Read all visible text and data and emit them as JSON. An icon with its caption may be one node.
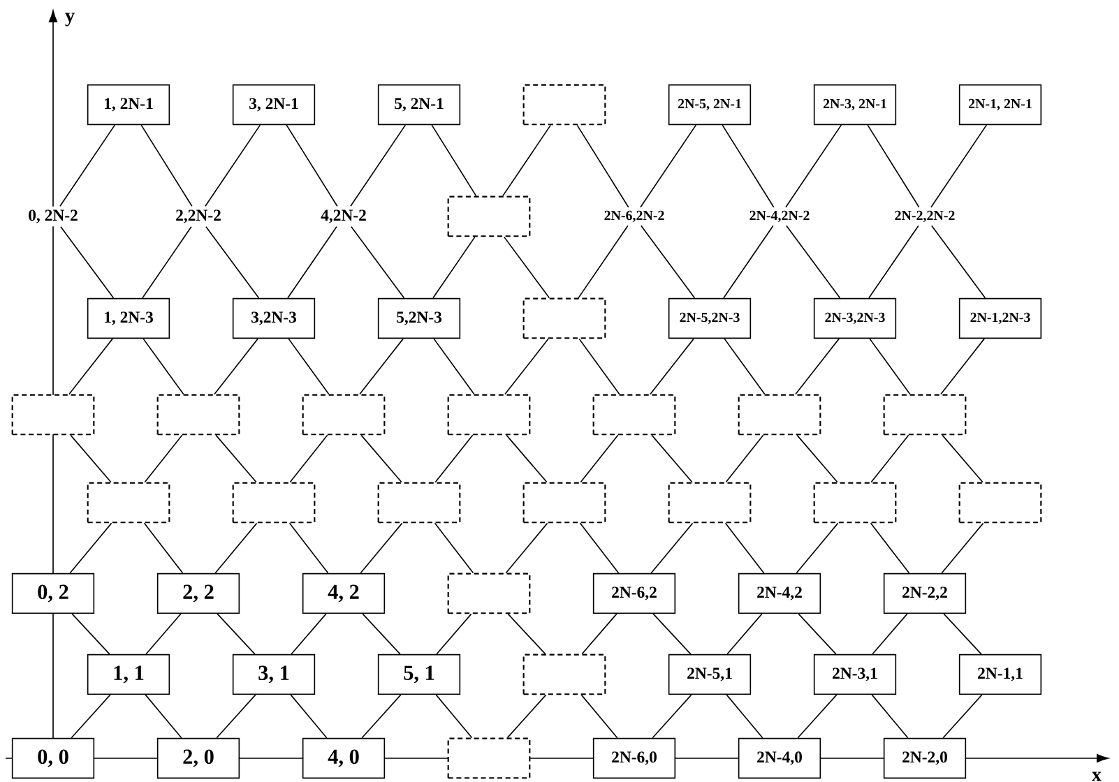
{
  "diagram": {
    "nodes": [
      {
        "text": [
          "1, 2N-1"
        ]
      },
      {
        "text": [
          "3, 2N-1"
        ]
      },
      {
        "text": [
          "5, 2N-1"
        ]
      },
      {
        "text": [],
        "shape": "box"
      },
      {
        "text": [
          "2N-5, 2N-1"
        ]
      },
      {
        "text": [
          "2N-3, 2N-1"
        ]
      },
      {
        "text": [
          "2N-1, 2N-1"
        ]
      },
      {
        "text": [
          "0, 2N-2"
        ]
      },
      {
        "text": [
          "2,2N-2"
        ]
      },
      {
        "text": [
          "4,2N-2"
        ]
      },
      {
        "text": [],
        "shape": "box"
      },
      {
        "text": [
          "2N-6,2N-2"
        ]
      },
      {
        "text": [
          "2N-4,2N-2"
        ]
      },
      {
        "text": [
          "2N-2,2N-2"
        ]
      },
      {
        "text": [
          "1, 2N-3"
        ]
      },
      {
        "text": [
          "3,2N-3"
        ]
      },
      {
        "text": [
          "5,2N-3"
        ]
      },
      {
        "text": [],
        "shape": "box"
      },
      {
        "text": [
          "2N-5,2N-3"
        ]
      },
      {
        "text": [
          "2N-3,2N-3"
        ]
      },
      {
        "text": [
          "2N-1,2N-3"
        ]
      },
      {
        "text": [],
        "shape": "box"
      },
      {
        "text": [],
        "shape": "box"
      },
      {
        "text": [],
        "shape": "box"
      },
      {
        "text": [],
        "shape": "box"
      },
      {
        "text": [],
        "shape": "box"
      },
      {
        "text": [],
        "shape": "box"
      },
      {
        "text": [],
        "shape": "box"
      },
      {
        "text": [],
        "shape": "box"
      },
      {
        "text": [],
        "shape": "box"
      },
      {
        "text": [],
        "shape": "box"
      },
      {
        "text": [],
        "shape": "box"
      },
      {
        "text": [],
        "shape": "box"
      },
      {
        "text": [],
        "shape": "box"
      },
      {
        "text": [],
        "shape": "box"
      },
      {
        "text": [
          "0, 2"
        ]
      },
      {
        "text": [
          "2, 2"
        ]
      },
      {
        "text": [
          "4, 2"
        ]
      },
      {
        "text": [],
        "shape": "box"
      },
      {
        "text": [
          "2N-6,2"
        ]
      },
      {
        "text": [
          "2N-4,2"
        ]
      },
      {
        "text": [
          "2N-2,2"
        ]
      },
      {
        "text": [
          "1, 1"
        ]
      },
      {
        "text": [
          "3, 1"
        ]
      },
      {
        "text": [
          "5, 1"
        ]
      },
      {
        "text": [],
        "shape": "box"
      },
      {
        "text": [
          "2N-5,1"
        ]
      },
      {
        "text": [
          "2N-3,1"
        ]
      },
      {
        "text": [
          "2N-1,1"
        ]
      },
      {
        "text": [
          "0, 0"
        ]
      },
      {
        "text": [
          "2, 0"
        ]
      },
      {
        "text": [
          "4, 0"
        ]
      },
      {
        "text": [],
        "shape": "box"
      },
      {
        "text": [
          "2N-6,0"
        ]
      },
      {
        "text": [
          "2N-4,0"
        ]
      },
      {
        "text": [
          "2N-2,0"
        ]
      }
    ],
    "edges": [
      {
        "from": 0,
        "to": 7,
        "arrow": "none"
      },
      {
        "from": 0,
        "to": 8,
        "arrow": "none"
      },
      {
        "from": 1,
        "to": 8,
        "arrow": "none"
      },
      {
        "from": 1,
        "to": 9,
        "arrow": "none"
      },
      {
        "from": 2,
        "to": 9,
        "arrow": "none"
      },
      {
        "from": 2,
        "to": 10,
        "arrow": "none"
      },
      {
        "from": 3,
        "to": 10,
        "arrow": "none"
      },
      {
        "from": 3,
        "to": 11,
        "arrow": "none"
      },
      {
        "from": 4,
        "to": 11,
        "arrow": "none"
      },
      {
        "from": 4,
        "to": 12,
        "arrow": "none"
      },
      {
        "from": 5,
        "to": 12,
        "arrow": "none"
      },
      {
        "from": 5,
        "to": 13,
        "arrow": "none"
      },
      {
        "from": 6,
        "to": 13,
        "arrow": "none"
      },
      {
        "from": 7,
        "to": 14,
        "arrow": "none"
      },
      {
        "from": 8,
        "to": 14,
        "arrow": "none"
      },
      {
        "from": 8,
        "to": 15,
        "arrow": "none"
      },
      {
        "from": 9,
        "to": 15,
        "arrow": "none"
      },
      {
        "from": 9,
        "to": 16,
        "arrow": "none"
      },
      {
        "from": 10,
        "to": 16,
        "arrow": "none"
      },
      {
        "from": 10,
        "to": 17,
        "arrow": "none"
      },
      {
        "from": 11,
        "to": 17,
        "arrow": "none"
      },
      {
        "from": 11,
        "to": 18,
        "arrow": "none"
      },
      {
        "from": 12,
        "to": 18,
        "arrow": "none"
      },
      {
        "from": 12,
        "to": 19,
        "arrow": "none"
      },
      {
        "from": 13,
        "to": 19,
        "arrow": "none"
      },
      {
        "from": 13,
        "to": 20,
        "arrow": "none"
      },
      {
        "from": 14,
        "to": 21,
        "arrow": "none"
      },
      {
        "from": 14,
        "to": 22,
        "arrow": "none"
      },
      {
        "from": 15,
        "to": 22,
        "arrow": "none"
      },
      {
        "from": 15,
        "to": 23,
        "arrow": "none"
      },
      {
        "from": 16,
        "to": 23,
        "arrow": "none"
      },
      {
        "from": 16,
        "to": 24,
        "arrow": "none"
      },
      {
        "from": 17,
        "to": 24,
        "arrow": "none"
      },
      {
        "from": 17,
        "to": 25,
        "arrow": "none"
      },
      {
        "from": 18,
        "to": 25,
        "arrow": "none"
      },
      {
        "from": 18,
        "to": 26,
        "arrow": "none"
      },
      {
        "from": 19,
        "to": 26,
        "arrow": "none"
      },
      {
        "from": 19,
        "to": 27,
        "arrow": "none"
      },
      {
        "from": 20,
        "to": 27,
        "arrow": "none"
      },
      {
        "from": 21,
        "to": 28,
        "arrow": "none"
      },
      {
        "from": 22,
        "to": 28,
        "arrow": "none"
      },
      {
        "from": 22,
        "to": 29,
        "arrow": "none"
      },
      {
        "from": 23,
        "to": 29,
        "arrow": "none"
      },
      {
        "from": 23,
        "to": 30,
        "arrow": "none"
      },
      {
        "from": 24,
        "to": 30,
        "arrow": "none"
      },
      {
        "from": 24,
        "to": 31,
        "arrow": "none"
      },
      {
        "from": 25,
        "to": 31,
        "arrow": "none"
      },
      {
        "from": 25,
        "to": 32,
        "arrow": "none"
      },
      {
        "from": 26,
        "to": 32,
        "arrow": "none"
      },
      {
        "from": 26,
        "to": 33,
        "arrow": "none"
      },
      {
        "from": 27,
        "to": 33,
        "arrow": "none"
      },
      {
        "from": 27,
        "to": 34,
        "arrow": "none"
      },
      {
        "from": 28,
        "to": 35,
        "arrow": "none"
      },
      {
        "from": 28,
        "to": 36,
        "arrow": "none"
      },
      {
        "from": 29,
        "to": 36,
        "arrow": "none"
      },
      {
        "from": 29,
        "to": 37,
        "arrow": "none"
      },
      {
        "from": 30,
        "to": 37,
        "arrow": "none"
      },
      {
        "from": 30,
        "to": 38,
        "arrow": "none"
      },
      {
        "from": 31,
        "to": 38,
        "arrow": "none"
      },
      {
        "from": 31,
        "to": 39,
        "arrow": "none"
      },
      {
        "from": 32,
        "to": 39,
        "arrow": "none"
      },
      {
        "from": 32,
        "to": 40,
        "arrow": "none"
      },
      {
        "from": 33,
        "to": 40,
        "arrow": "none"
      },
      {
        "from": 33,
        "to": 41,
        "arrow": "none"
      },
      {
        "from": 34,
        "to": 41,
        "arrow": "none"
      },
      {
        "from": 35,
        "to": 42,
        "arrow": "none"
      },
      {
        "from": 36,
        "to": 42,
        "arrow": "none"
      },
      {
        "from": 36,
        "to": 43,
        "arrow": "none"
      },
      {
        "from": 37,
        "to": 43,
        "arrow": "none"
      },
      {
        "from": 37,
        "to": 44,
        "arrow": "none"
      },
      {
        "from": 38,
        "to": 44,
        "arrow": "none"
      },
      {
        "from": 38,
        "to": 45,
        "arrow": "none"
      },
      {
        "from": 39,
        "to": 45,
        "arrow": "none"
      },
      {
        "from": 39,
        "to": 46,
        "arrow": "none"
      },
      {
        "from": 40,
        "to": 46,
        "arrow": "none"
      },
      {
        "from": 40,
        "to": 47,
        "arrow": "none"
      },
      {
        "from": 41,
        "to": 47,
        "arrow": "none"
      },
      {
        "from": 41,
        "to": 48,
        "arrow": "none"
      },
      {
        "from": 42,
        "to": 49,
        "arrow": "none"
      },
      {
        "from": 42,
        "to": 50,
        "arrow": "none"
      },
      {
        "from": 43,
        "to": 50,
        "arrow": "none"
      },
      {
        "from": 43,
        "to": 51,
        "arrow": "none"
      },
      {
        "from": 44,
        "to": 51,
        "arrow": "none"
      },
      {
        "from": 44,
        "to": 52,
        "arrow": "none"
      },
      {
        "from": 45,
        "to": 52,
        "arrow": "none"
      },
      {
        "from": 45,
        "to": 53,
        "arrow": "none"
      },
      {
        "from": 46,
        "to": 53,
        "arrow": "none"
      },
      {
        "from": 46,
        "to": 54,
        "arrow": "none"
      },
      {
        "from": 47,
        "to": 54,
        "arrow": "none"
      },
      {
        "from": 47,
        "to": 55,
        "arrow": "none"
      },
      {
        "from": 48,
        "to": 55,
        "arrow": "none"
      }
    ],
    "labels": [
      "y",
      "x"
    ]
  }
}
